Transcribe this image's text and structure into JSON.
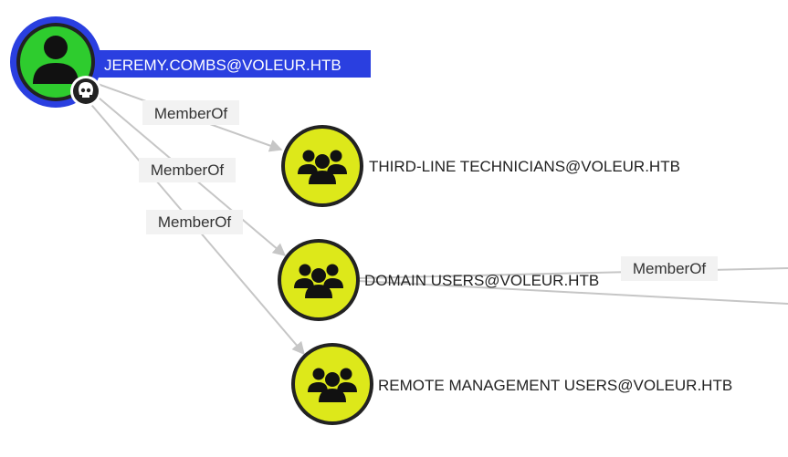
{
  "graph": {
    "edge_color": "#c6c6c6",
    "nodes": {
      "user": {
        "label": "JEREMY.COMBS@VOLEUR.HTB",
        "kind": "user",
        "fill": "#2ecc2e",
        "ring": "#2a3fe0",
        "badge_icon": "skull-icon",
        "highlight": "#2a3fe0",
        "selected": true
      },
      "group1": {
        "label": "THIRD-LINE TECHNICIANS@VOLEUR.HTB",
        "kind": "group",
        "fill": "#dde81a"
      },
      "group2": {
        "label": "DOMAIN USERS@VOLEUR.HTB",
        "kind": "group",
        "fill": "#dde81a"
      },
      "group3": {
        "label": "REMOTE MANAGEMENT USERS@VOLEUR.HTB",
        "kind": "group",
        "fill": "#dde81a"
      }
    },
    "edges": {
      "e1": {
        "label": "MemberOf",
        "from": "user",
        "to": "group1"
      },
      "e2": {
        "label": "MemberOf",
        "from": "user",
        "to": "group2"
      },
      "e3": {
        "label": "MemberOf",
        "from": "user",
        "to": "group3"
      },
      "e4": {
        "label": "MemberOf",
        "from": "group2",
        "to": "offscreen"
      }
    }
  }
}
